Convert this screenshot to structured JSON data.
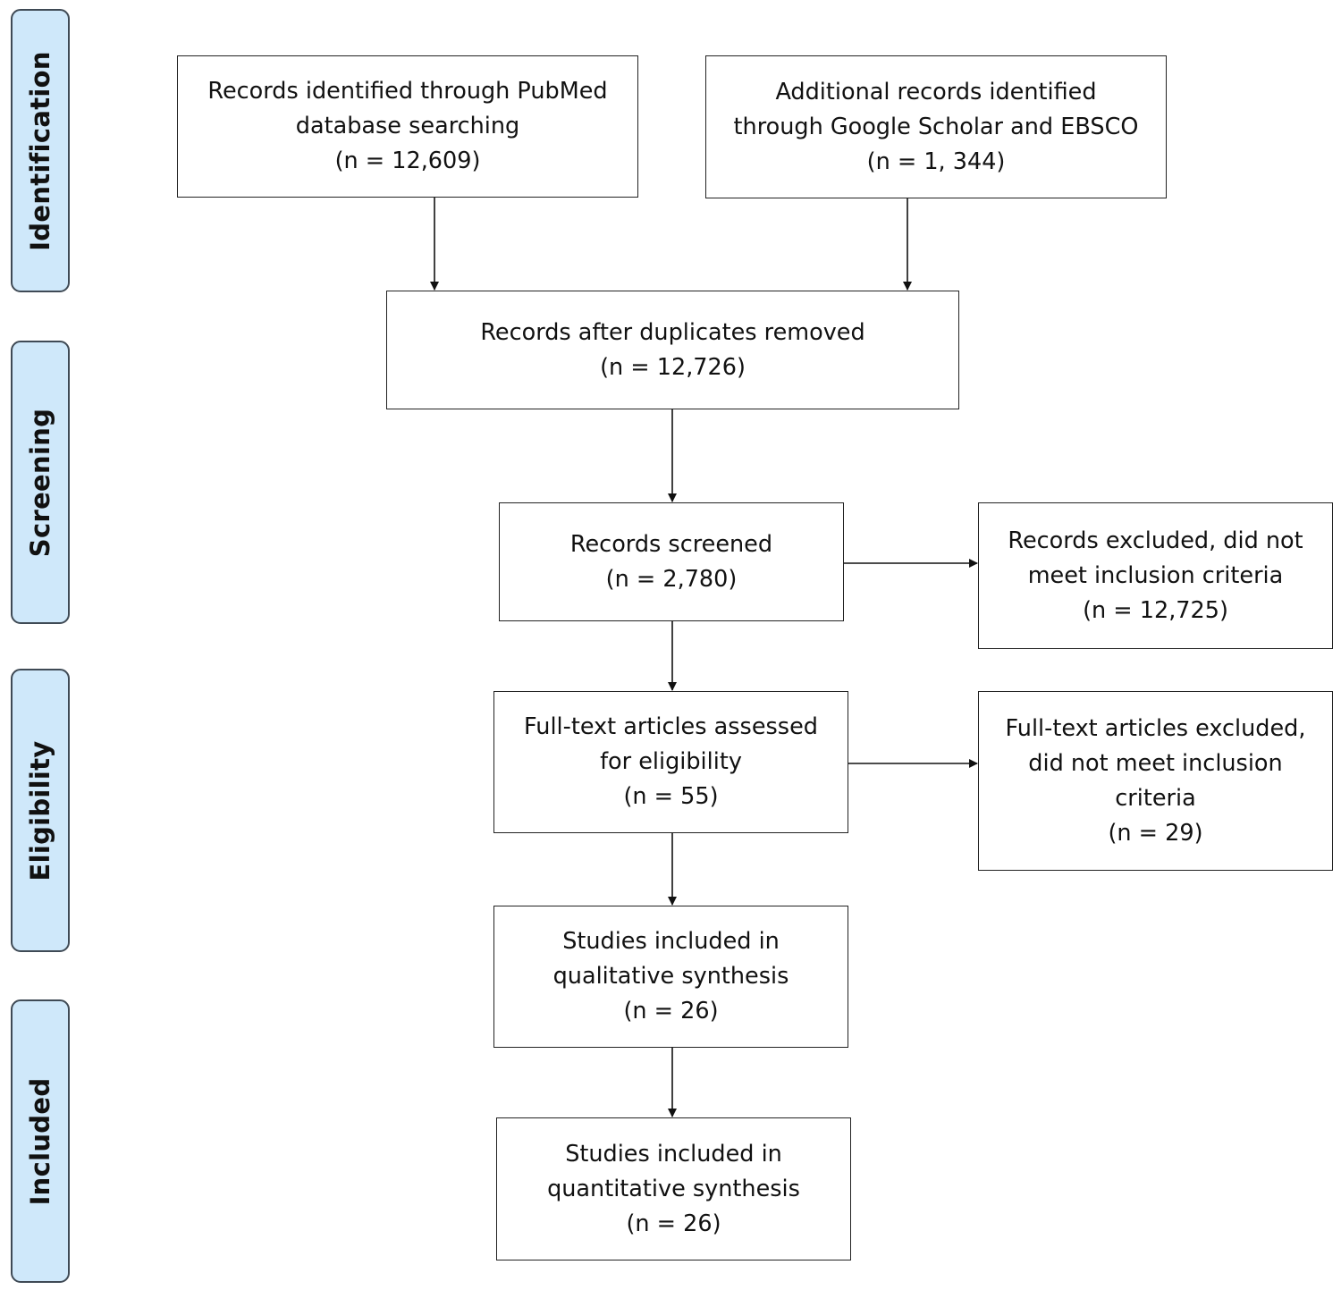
{
  "phases": {
    "identification": "Identification",
    "screening": "Screening",
    "eligibility": "Eligibility",
    "included": "Included"
  },
  "boxes": {
    "pubmed": {
      "lines": [
        "Records identified through PubMed",
        "database searching",
        "(n = 12,609)"
      ]
    },
    "additional": {
      "lines": [
        "Additional records identified",
        "through Google Scholar and EBSCO",
        "(n = 1, 344)"
      ]
    },
    "duplicates_removed": {
      "lines": [
        "Records after duplicates removed",
        "(n = 12,726)"
      ]
    },
    "screened": {
      "lines": [
        "Records screened",
        "(n = 2,780)"
      ]
    },
    "records_excluded": {
      "lines": [
        "Records excluded, did not",
        "meet inclusion criteria",
        "(n = 12,725)"
      ]
    },
    "fulltext_assessed": {
      "lines": [
        "Full-text articles assessed",
        "for eligibility",
        "(n = 55)"
      ]
    },
    "fulltext_excluded": {
      "lines": [
        "Full-text articles excluded,",
        "did not meet inclusion",
        "criteria",
        "(n = 29)"
      ]
    },
    "qualitative": {
      "lines": [
        "Studies included in",
        "qualitative synthesis",
        "(n = 26)"
      ]
    },
    "quantitative": {
      "lines": [
        "Studies included in",
        "quantitative synthesis",
        "(n = 26)"
      ]
    }
  }
}
